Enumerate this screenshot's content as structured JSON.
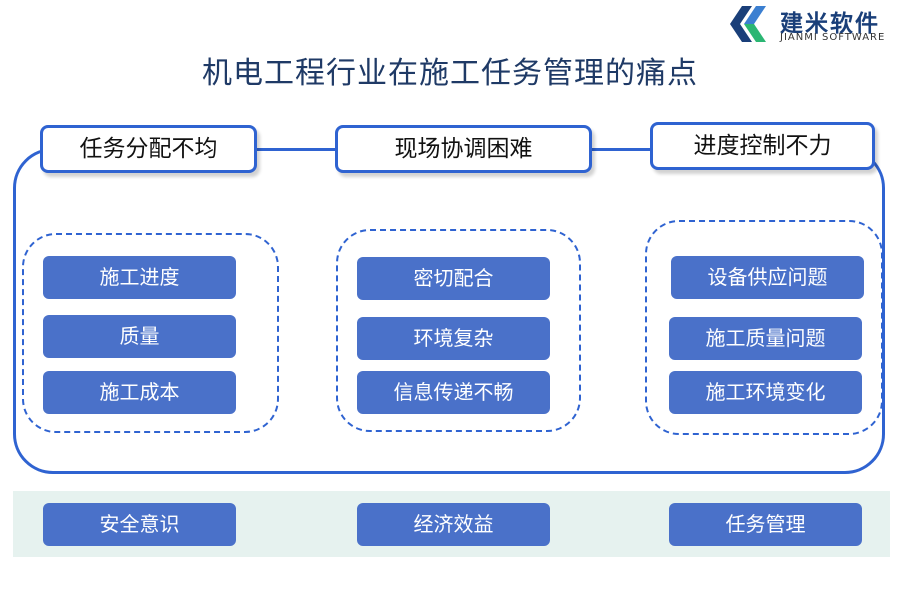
{
  "brand": {
    "name": "建米软件",
    "subtitle": "JIANMI SOFTWARE",
    "colors": {
      "dark": "#1a3f79",
      "green": "#2bb673",
      "blue": "#3b7fd1"
    }
  },
  "title": "机电工程行业在施工任务管理的痛点",
  "colors": {
    "border": "#2f63d1",
    "pill": "#4a71c9",
    "band": "#e6f2ef"
  },
  "columns": [
    {
      "header": "任务分配不均",
      "items": [
        "施工进度",
        "质量",
        "施工成本"
      ]
    },
    {
      "header": "现场协调困难",
      "items": [
        "密切配合",
        "环境复杂",
        "信息传递不畅"
      ]
    },
    {
      "header": "进度控制不力",
      "items": [
        "设备供应问题",
        "施工质量问题",
        "施工环境变化"
      ]
    }
  ],
  "bottom": [
    "安全意识",
    "经济效益",
    "任务管理"
  ]
}
